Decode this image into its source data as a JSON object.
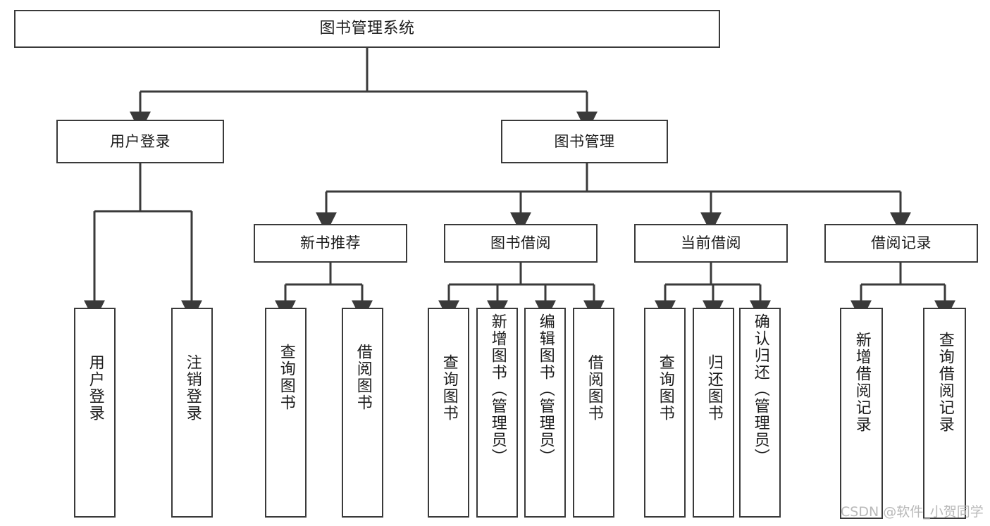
{
  "diagram": {
    "title": "图书管理系统",
    "type": "tree-hierarchy",
    "watermark": "CSDN @软件_小贺同学",
    "colors": {
      "box_border": "#3a3a3a",
      "box_fill": "#ffffff",
      "connector": "#3a3a3a",
      "text": "#1b1b1b",
      "watermark": "#b9b9b9"
    },
    "nodes": {
      "root": {
        "label": "图书管理系统"
      },
      "level2": {
        "user_login": {
          "label": "用户登录"
        },
        "book_manage": {
          "label": "图书管理"
        }
      },
      "level3": {
        "new_book_recommend": {
          "label": "新书推荐"
        },
        "book_borrow": {
          "label": "图书借阅"
        },
        "current_borrow": {
          "label": "当前借阅"
        },
        "borrow_record": {
          "label": "借阅记录"
        }
      },
      "leaves": {
        "user_login": [
          {
            "label": "用户登录"
          },
          {
            "label": "注销登录"
          }
        ],
        "new_book_recommend": [
          {
            "label": "查询图书"
          },
          {
            "label": "借阅图书"
          }
        ],
        "book_borrow": [
          {
            "label": "查询图书"
          },
          {
            "label": "新增图书（管理员）"
          },
          {
            "label": "编辑图书（管理员）"
          },
          {
            "label": "借阅图书"
          }
        ],
        "current_borrow": [
          {
            "label": "查询图书"
          },
          {
            "label": "归还图书"
          },
          {
            "label": "确认归还（管理员）"
          }
        ],
        "borrow_record": [
          {
            "label": "新增借阅记录"
          },
          {
            "label": "查询借阅记录"
          }
        ]
      }
    },
    "edges": [
      {
        "from": "图书管理系统",
        "to": "用户登录"
      },
      {
        "from": "图书管理系统",
        "to": "图书管理"
      },
      {
        "from": "用户登录",
        "to": "用户登录"
      },
      {
        "from": "用户登录",
        "to": "注销登录"
      },
      {
        "from": "图书管理",
        "to": "新书推荐"
      },
      {
        "from": "图书管理",
        "to": "图书借阅"
      },
      {
        "from": "图书管理",
        "to": "当前借阅"
      },
      {
        "from": "图书管理",
        "to": "借阅记录"
      },
      {
        "from": "新书推荐",
        "to": "查询图书"
      },
      {
        "from": "新书推荐",
        "to": "借阅图书"
      },
      {
        "from": "图书借阅",
        "to": "查询图书"
      },
      {
        "from": "图书借阅",
        "to": "新增图书（管理员）"
      },
      {
        "from": "图书借阅",
        "to": "编辑图书（管理员）"
      },
      {
        "from": "图书借阅",
        "to": "借阅图书"
      },
      {
        "from": "当前借阅",
        "to": "查询图书"
      },
      {
        "from": "当前借阅",
        "to": "归还图书"
      },
      {
        "from": "当前借阅",
        "to": "确认归还（管理员）"
      },
      {
        "from": "借阅记录",
        "to": "新增借阅记录"
      },
      {
        "from": "借阅记录",
        "to": "查询借阅记录"
      }
    ]
  }
}
